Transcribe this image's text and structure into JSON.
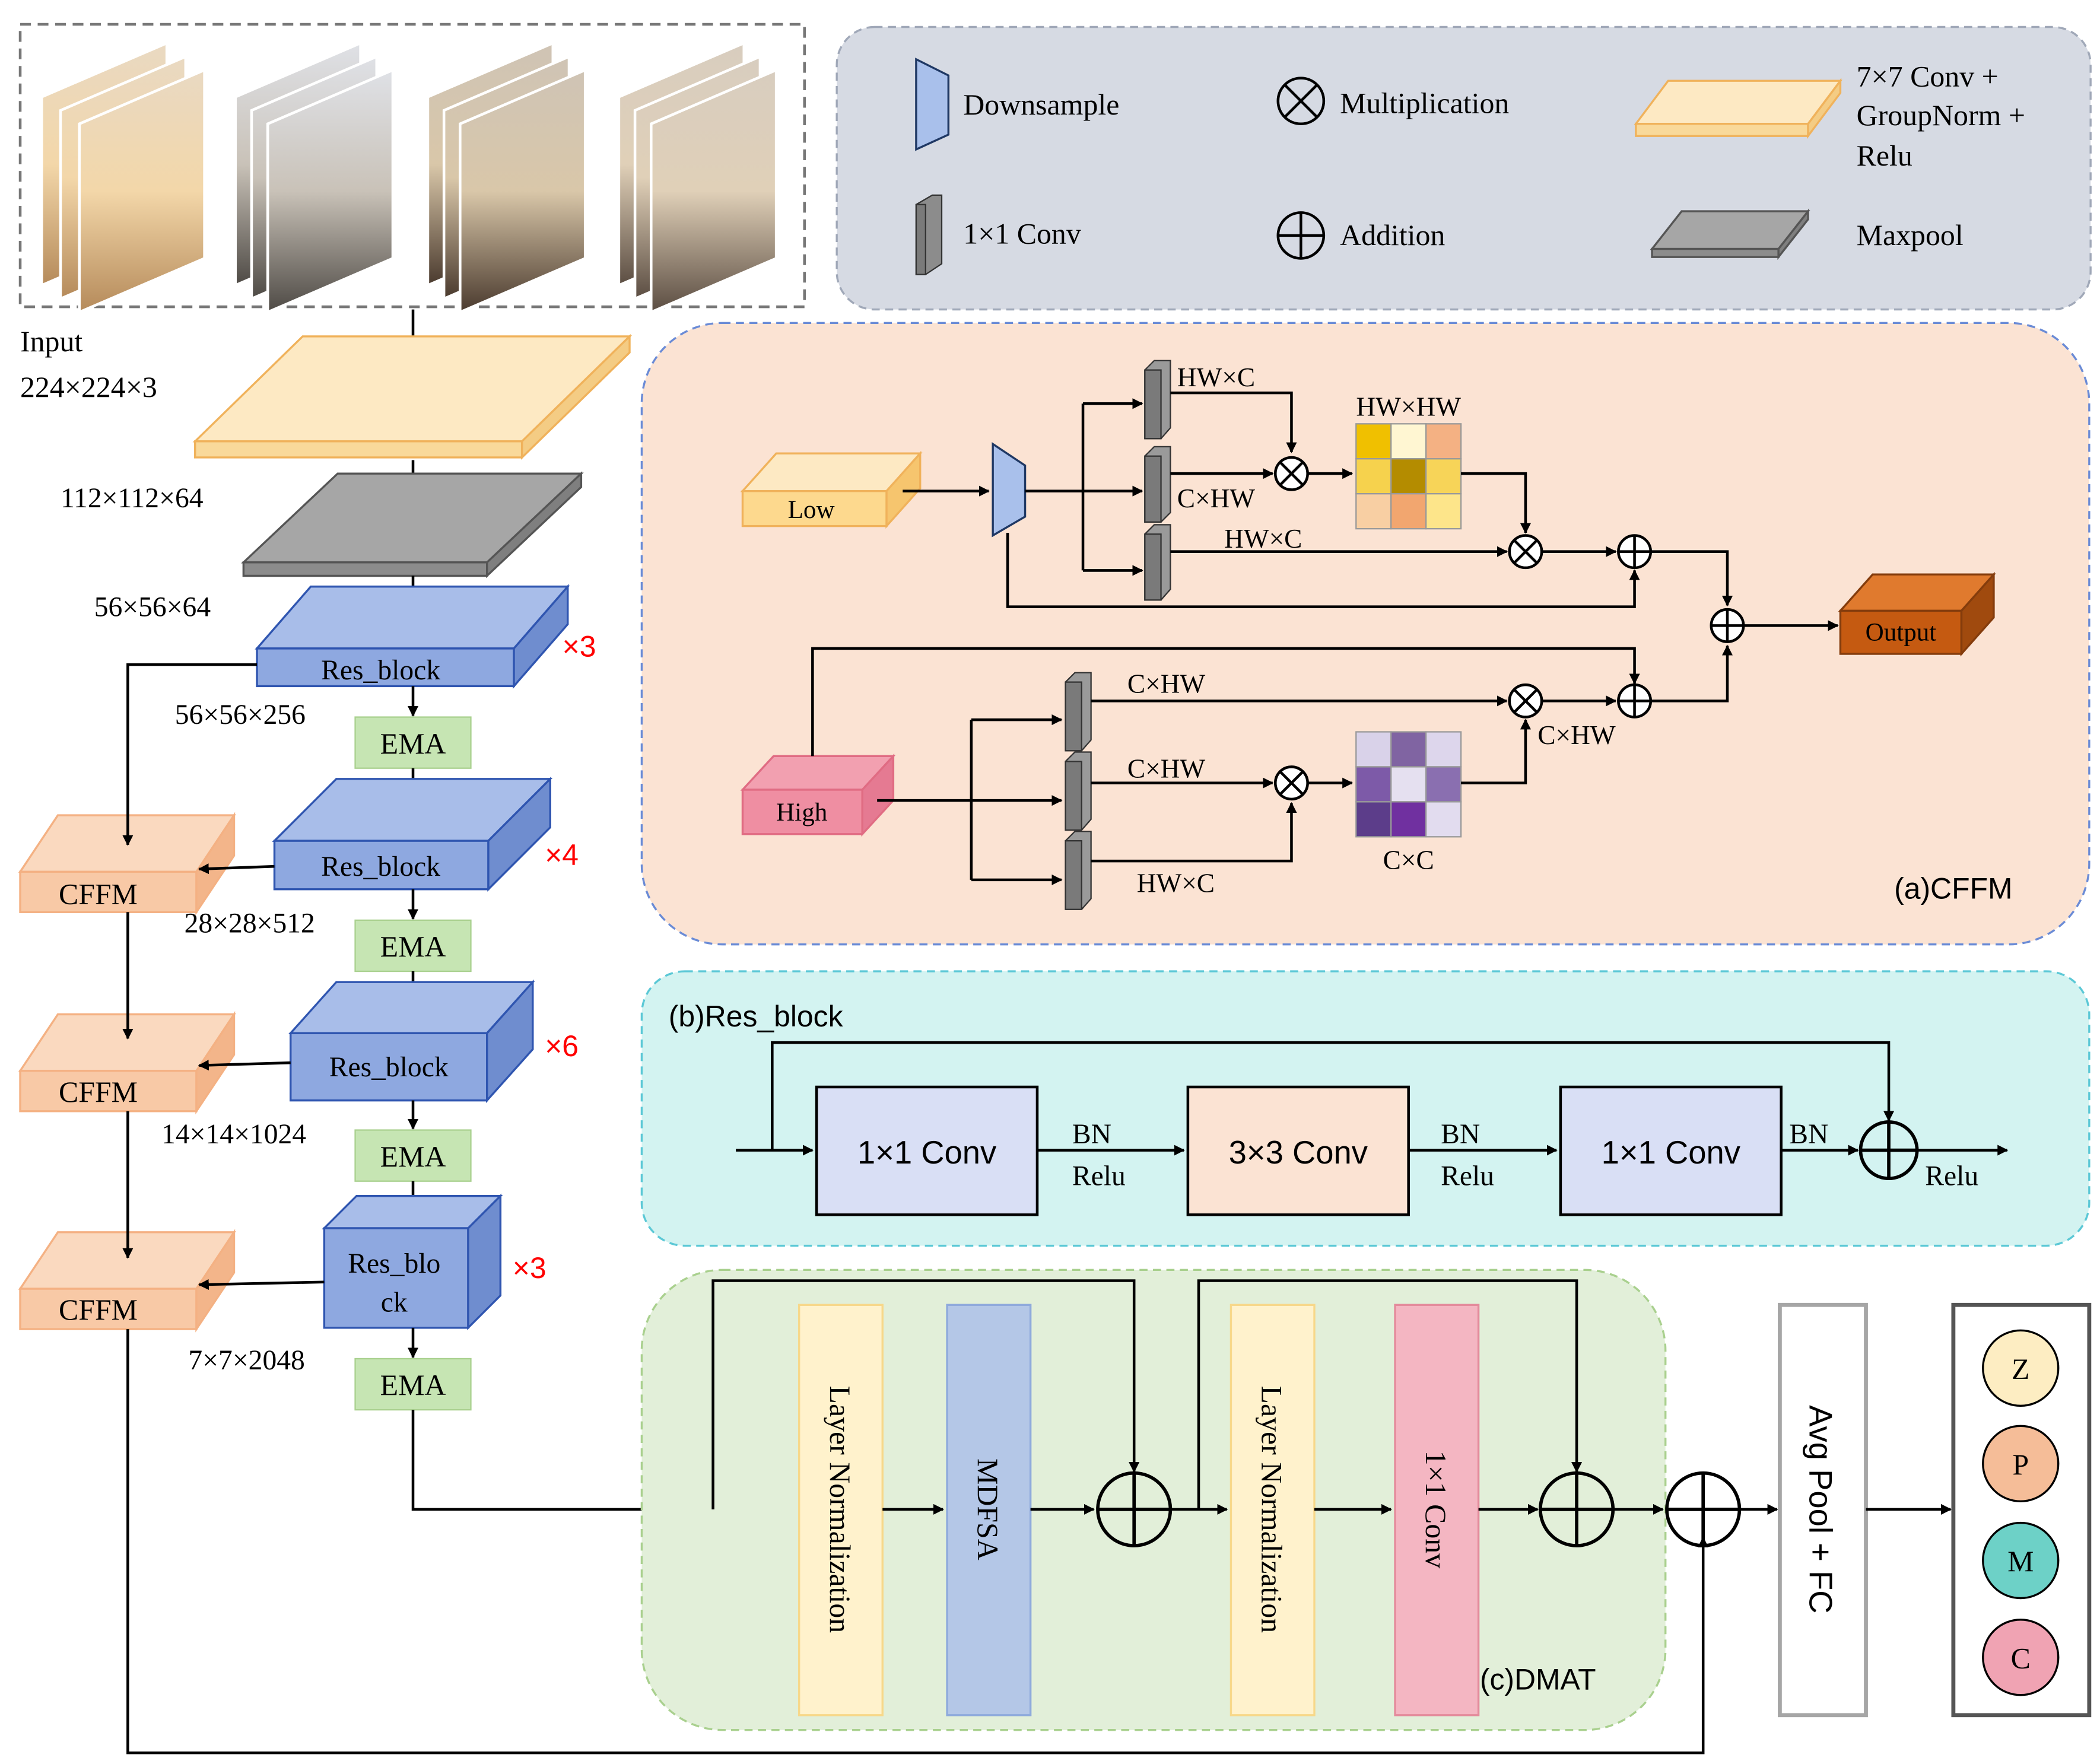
{
  "legend": {
    "downsample": "Downsample",
    "multiplication": "Multiplication",
    "conv7_line1": "7×7 Conv +",
    "conv7_line2": "GroupNorm +",
    "conv7_line3": "Relu",
    "conv1x1": "1×1 Conv",
    "addition": "Addition",
    "maxpool": "Maxpool"
  },
  "backbone": {
    "input_label": "Input",
    "input_size": "224×224×3",
    "dim_conv": "112×112×64",
    "dim_pool": "56×56×64",
    "stages": [
      {
        "label": "Res_block",
        "mult": "×3",
        "dim": "56×56×256"
      },
      {
        "label": "Res_block",
        "mult": "×4",
        "dim": "28×28×512"
      },
      {
        "label": "Res_block",
        "mult": "×6",
        "dim": "14×14×1024"
      },
      {
        "label_line1": "Res_blo",
        "label_line2": "ck",
        "mult": "×3",
        "dim": "7×7×2048"
      }
    ],
    "ema": "EMA",
    "cffm": "CFFM"
  },
  "cffm_panel": {
    "title": "(a)CFFM",
    "low": "Low",
    "high": "High",
    "output": "Output",
    "top_hwc1": "HW×C",
    "top_chw": "C×HW",
    "top_hwc2": "HW×C",
    "top_attn": "HW×HW",
    "bot_chw1": "C×HW",
    "bot_chw2": "C×HW",
    "bot_hwc": "HW×C",
    "bot_attn": "C×C",
    "bot_chw_out": "C×HW"
  },
  "res_panel": {
    "title": "(b)Res_block",
    "conv1": "1×1 Conv",
    "conv2": "3×3 Conv",
    "conv3": "1×1 Conv",
    "bn": "BN",
    "relu": "Relu"
  },
  "dmat_panel": {
    "title": "(c)DMAT",
    "ln1": "Layer Normalization",
    "mdfsa": "MDFSA",
    "ln2": "Layer Normalization",
    "conv": "1×1 Conv"
  },
  "head": {
    "pool": "Avg Pool + FC",
    "classes": [
      "Z",
      "P",
      "M",
      "C"
    ]
  },
  "colors": {
    "legend_bg": "#d6dae3",
    "cffm_bg": "#fbe3d3",
    "res_bg": "#d3f3f1",
    "dmat_bg": "#e2efd9",
    "res_block": "#8ea8e0",
    "ema": "#c6e5b3",
    "cffm_box": "#f8c9a6",
    "conv7": "#fde9c3",
    "maxpool": "#a6a6a6",
    "multiplier": "#ff0000",
    "class_z": "#fdedc2",
    "class_p": "#f5bd98",
    "class_m": "#6dd1c7",
    "class_c": "#f0a3b3"
  }
}
